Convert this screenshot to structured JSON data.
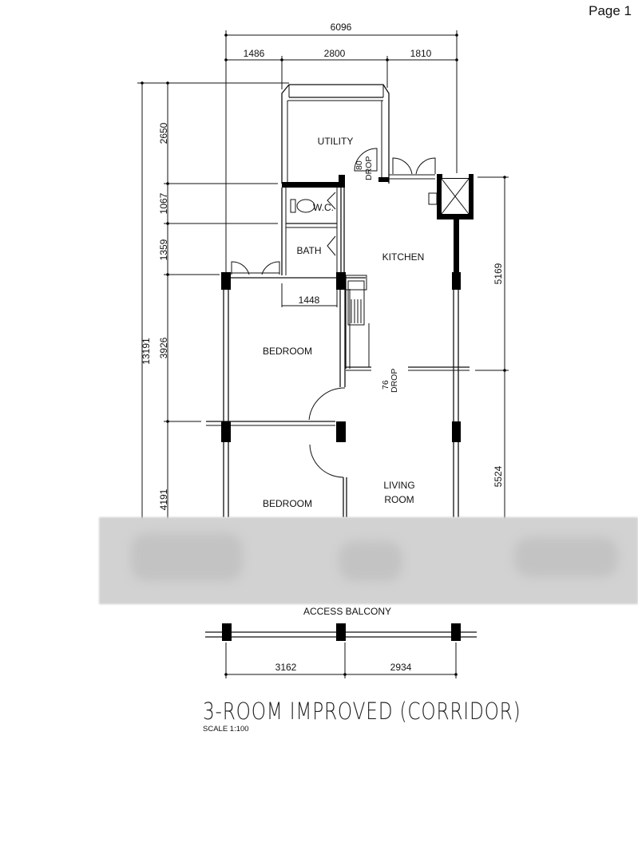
{
  "page_label": "Page 1",
  "plan_title": "3-ROOM IMPROVED (CORRIDOR)",
  "scale": "SCALE  1:100",
  "rooms": {
    "utility": "UTILITY",
    "wc": "W.C.",
    "bath": "BATH",
    "kitchen": "KITCHEN",
    "bedroom_1": "BEDROOM",
    "bedroom_2": "BEDROOM",
    "living_1": "LIVING",
    "living_2": "ROOM",
    "access_balcony": "ACCESS   BALCONY"
  },
  "drops": {
    "utility": {
      "value": "80",
      "label": "DROP"
    },
    "living": {
      "value": "76",
      "label": "DROP"
    }
  },
  "dimensions": {
    "top_total": "6096",
    "top_segments": [
      "1486",
      "2800",
      "1810"
    ],
    "left_total": "13191",
    "left_segments": [
      "2650",
      "1067",
      "1359",
      "3926",
      "4191"
    ],
    "right_segments": [
      "5169",
      "5524"
    ],
    "bedroom_inner": "1448",
    "bottom_segments": [
      "3162",
      "2934"
    ]
  }
}
